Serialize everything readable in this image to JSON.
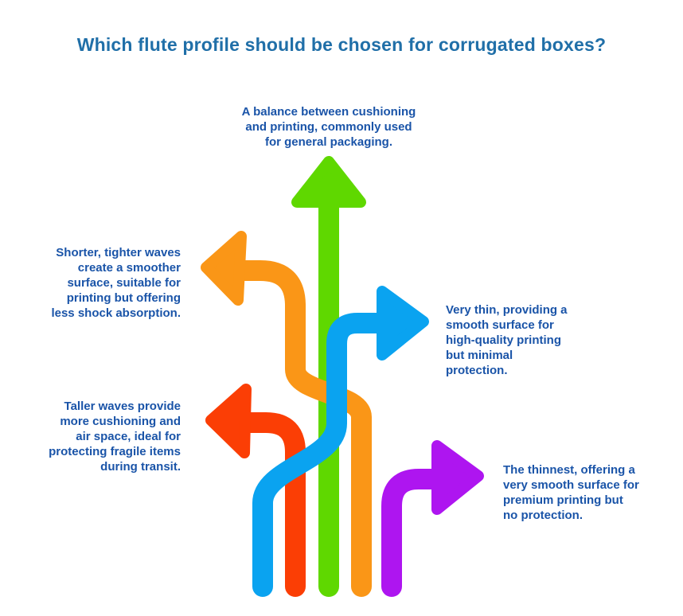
{
  "title": "Which flute profile should be chosen for corrugated boxes?",
  "title_color": "#206fa8",
  "text_color": "#1a54a8",
  "background_color": "#ffffff",
  "arrows": {
    "green": {
      "direction": "up",
      "color": "#5fd800"
    },
    "orange": {
      "direction": "left",
      "color": "#fa9617"
    },
    "blue": {
      "direction": "right",
      "color": "#0aa3f0"
    },
    "red": {
      "direction": "left",
      "color": "#fb3e05"
    },
    "purple": {
      "direction": "right",
      "color": "#ae15f0"
    }
  },
  "notes": {
    "top": {
      "arrow": "green",
      "lines": [
        "A balance between cushioning",
        "and printing, commonly used",
        "for general packaging."
      ]
    },
    "left1": {
      "arrow": "orange",
      "lines": [
        "Shorter, tighter waves",
        "create a smoother",
        "surface, suitable for",
        "printing but offering",
        "less shock absorption."
      ]
    },
    "right1": {
      "arrow": "blue",
      "lines": [
        "Very thin, providing a",
        "smooth surface for",
        "high-quality printing",
        "but minimal",
        "protection."
      ]
    },
    "left2": {
      "arrow": "red",
      "lines": [
        "Taller waves provide",
        "more cushioning and",
        "air space, ideal for",
        "protecting fragile items",
        "during transit."
      ]
    },
    "right2": {
      "arrow": "purple",
      "lines": [
        "The thinnest, offering a",
        "very smooth surface for",
        "premium printing but",
        "no protection."
      ]
    }
  }
}
